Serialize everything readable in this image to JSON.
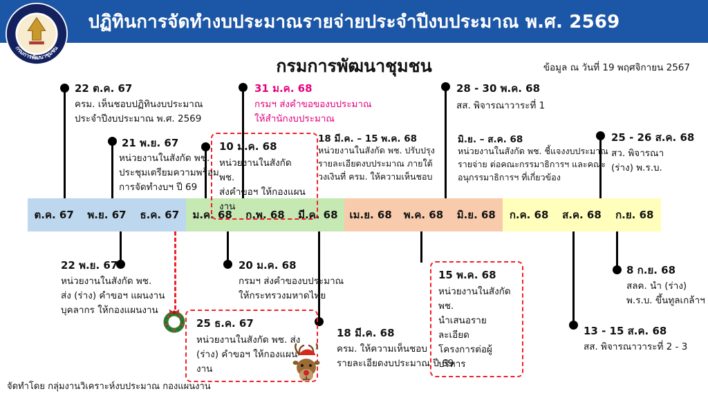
{
  "colors": {
    "header_bg": "#1c56a6",
    "seg_blue": "#bdd7ee",
    "seg_green": "#c6e8b3",
    "seg_orange": "#f9cbad",
    "seg_yellow": "#ffffbb",
    "pink": "#e5007d",
    "red": "#f01e28"
  },
  "header": {
    "title": "ปฏิทินการจัดทำงบประมาณรายจ่ายประจำปีงบประมาณ พ.ศ. 2569",
    "logo_ring_text": "กรมการพัฒนาชุมชน"
  },
  "meta": {
    "department": "กรมการพัฒนาชุมชน",
    "as_of": "ข้อมูล ณ วันที่ 19 พฤศจิกายน 2567"
  },
  "timeline": {
    "months": [
      "ต.ค. 67",
      "พ.ย. 67",
      "ธ.ค. 67",
      "ม.ค. 68",
      "ก.พ. 68",
      "มี.ค. 68",
      "เม.ย. 68",
      "พ.ค. 68",
      "มิ.ย. 68",
      "ก.ค. 68",
      "ส.ค. 68",
      "ก.ย. 68"
    ]
  },
  "events_above": {
    "oct22": {
      "date": "22 ต.ค. 67",
      "text": "ครม. เห็นชอบปฏิทินงบประมาณ\nประจำปีงบประมาณ พ.ศ. 2569"
    },
    "nov21": {
      "date": "21 พ.ย. 67",
      "text": "หน่วยงานในสังกัด พช.\nประชุมเตรียมความพร้อม\nการจัดทำงบฯ ปี 69"
    },
    "jan10": {
      "date": "10 ม.ค. 68",
      "text": "หน่วยงานในสังกัด พช.\nส่งคำขอฯ ให้กองแผนงาน"
    },
    "jan31": {
      "date": "31 ม.ค. 68",
      "text": "กรมฯ ส่งคำขอของบประมาณ\nให้สำนักงบประมาณ"
    },
    "mar18_may15": {
      "date": "18 มี.ค. – 15 พ.ค. 68",
      "text": "หน่วยงานในสังกัด พช. ปรับปรุง\nรายละเอียดงบประมาณ ภายใต้\nวงเงินที่ ครม. ให้ความเห็นชอบ"
    },
    "may28_30": {
      "date": "28 - 30 พ.ค. 68",
      "text": "สส. พิจารณาวาระที่ 1"
    },
    "jun_aug": {
      "date": "มิ.ย. – ส.ค. 68",
      "text": "หน่วยงานในสังกัด พช. ชี้แจงงบประมาณ\nรายจ่าย ต่อคณะกรรมาธิการฯ และคณะ\nอนุกรรมาธิการฯ ที่เกี่ยวข้อง"
    },
    "aug25_26": {
      "date": "25 - 26 ส.ค. 68",
      "text": "สว. พิจารณา\n(ร่าง) พ.ร.บ."
    }
  },
  "events_below": {
    "nov22": {
      "date": "22 พ.ย. 67",
      "text": "หน่วยงานในสังกัด พช.\nส่ง (ร่าง) คำขอฯ แผนงาน\nบุคลากร ให้กองแผนงาน"
    },
    "dec25": {
      "date": "25 ธ.ค. 67",
      "text": "หน่วยงานในสังกัด พช. ส่ง\n(ร่าง) คำขอฯ ให้กองแผนงาน"
    },
    "jan20": {
      "date": "20 ม.ค. 68",
      "text": "กรมฯ ส่งคำของบประมาณ\nให้กระทรวงมหาดไทย"
    },
    "mar18": {
      "date": "18 มี.ค. 68",
      "text": "ครม. ให้ความเห็นชอบ\nรายละเอียดงบประมาณ ปี 69"
    },
    "may15": {
      "date": "15 พ.ค. 68",
      "text": "หน่วยงานในสังกัด พช.\nนำเสนอรายละเอียด\nโครงการต่อผู้บริหาร"
    },
    "aug13_15": {
      "date": "13 - 15 ส.ค. 68",
      "text": "สส. พิจารณาวาระที่ 2 - 3"
    },
    "sep8": {
      "date": "8 ก.ย. 68",
      "text": "สลค. นำ (ร่าง)\nพ.ร.บ. ขึ้นทูลเกล้าฯ"
    }
  },
  "footer": {
    "credit": "จัดทำโดย กลุ่มงานวิเคราะห์งบประมาณ กองแผนงาน"
  },
  "icons": {
    "wreath": "christmas-wreath",
    "reindeer": "christmas-reindeer-santa-hat"
  }
}
